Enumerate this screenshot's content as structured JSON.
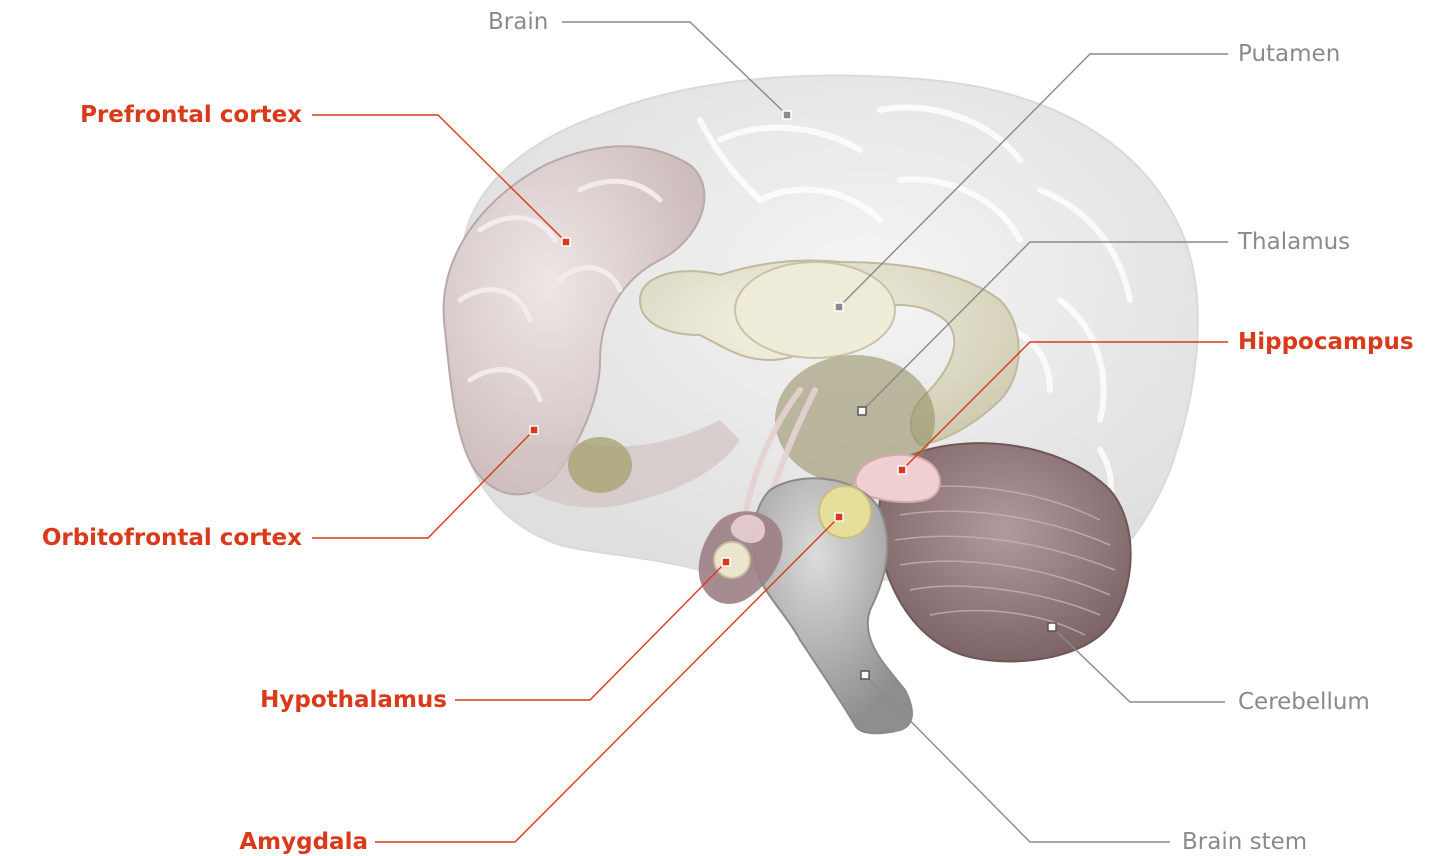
{
  "colors": {
    "highlight": "#d93a1a",
    "neutral": "#8a8a8a",
    "brain_shell": "#e9e9e9",
    "cortex_pink": "#e6dcdc",
    "cerebellum": "#9c7f82",
    "putamen": "#ece9d6",
    "thalamus": "#8f8a5c",
    "amygdala": "#e6df9c",
    "hippocampus": "#f0cfd2",
    "brainstem": "#bdbdbd"
  },
  "labels": {
    "brain": "Brain",
    "putamen": "Putamen",
    "prefrontal_cortex": "Prefrontal cortex",
    "thalamus": "Thalamus",
    "hippocampus": "Hippocampus",
    "orbitofrontal_cortex": "Orbitofrontal cortex",
    "cerebellum": "Cerebellum",
    "hypothalamus": "Hypothalamus",
    "amygdala": "Amygdala",
    "brain_stem": "Brain stem"
  },
  "highlighted": [
    "prefrontal_cortex",
    "hippocampus",
    "orbitofrontal_cortex",
    "hypothalamus",
    "amygdala"
  ]
}
